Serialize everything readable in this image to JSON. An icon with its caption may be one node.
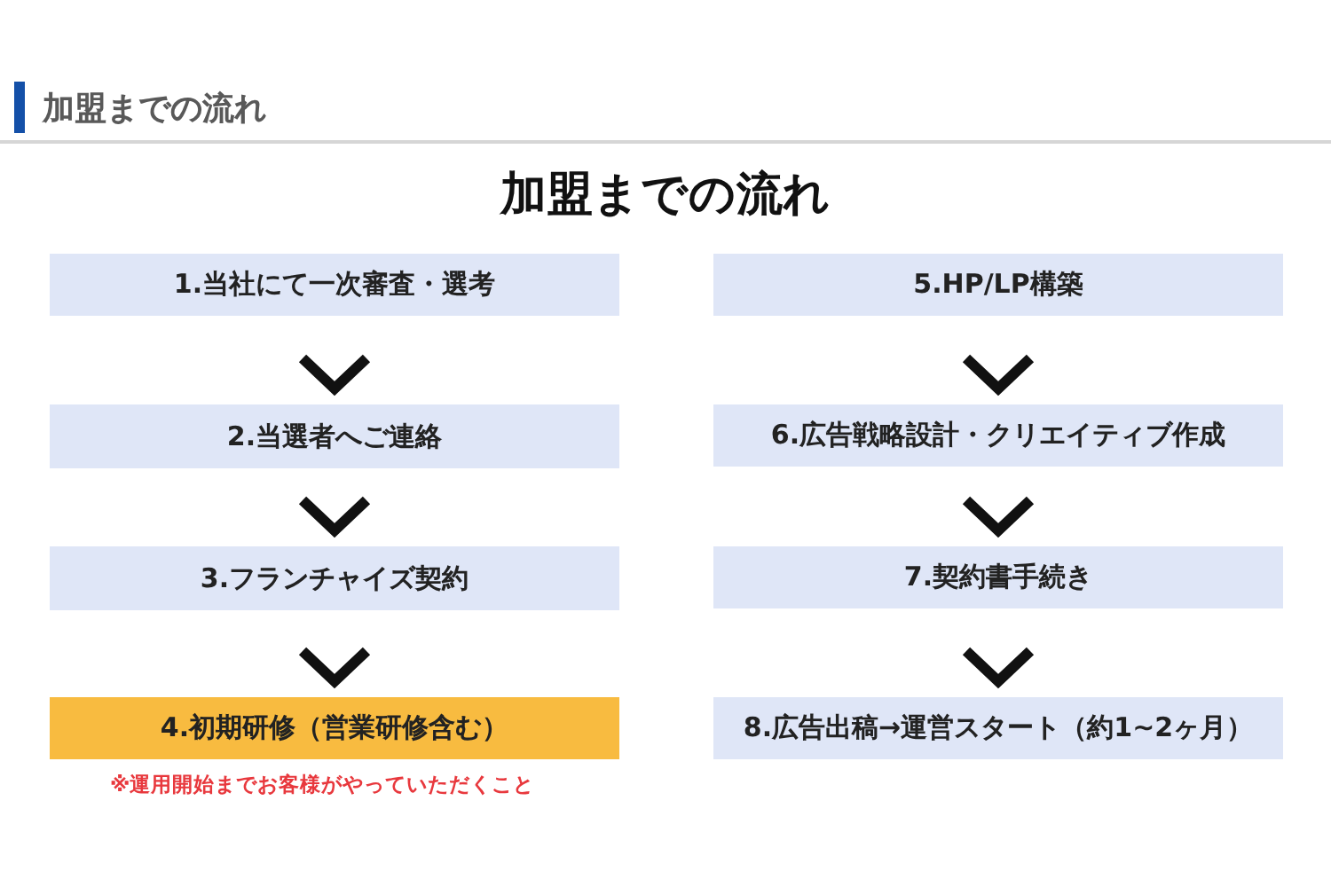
{
  "diagram": {
    "title": "加盟までの流れ",
    "nodes": [
      {
        "text": [
          "1.当社にて一次審査・選考"
        ]
      },
      {
        "text": [
          "2.当選者へご連絡"
        ]
      },
      {
        "text": [
          "3.フランチャイズ契約"
        ]
      },
      {
        "text": [
          "4.初期研修（営業研修含む）"
        ],
        "beside": [
          "※運用開始までお客様がやっていただくこと"
        ]
      },
      {
        "text": [
          "5.HP/LP構築"
        ]
      },
      {
        "text": [
          "6.広告戦略設計・クリエイティブ作成"
        ]
      },
      {
        "text": [
          "7.契約書手続き"
        ]
      },
      {
        "text": [
          "8.広告出稿→運営スタート（約1~2ヶ月）"
        ]
      }
    ],
    "edges": [
      {
        "from": 0,
        "to": 1,
        "arrow": "to"
      },
      {
        "from": 1,
        "to": 2,
        "arrow": "to"
      },
      {
        "from": 2,
        "to": 3,
        "arrow": "to"
      },
      {
        "from": 4,
        "to": 5,
        "arrow": "to"
      },
      {
        "from": 5,
        "to": 6,
        "arrow": "to"
      },
      {
        "from": 6,
        "to": 7,
        "arrow": "to"
      }
    ],
    "labels": [
      "加盟までの流れ"
    ]
  }
}
